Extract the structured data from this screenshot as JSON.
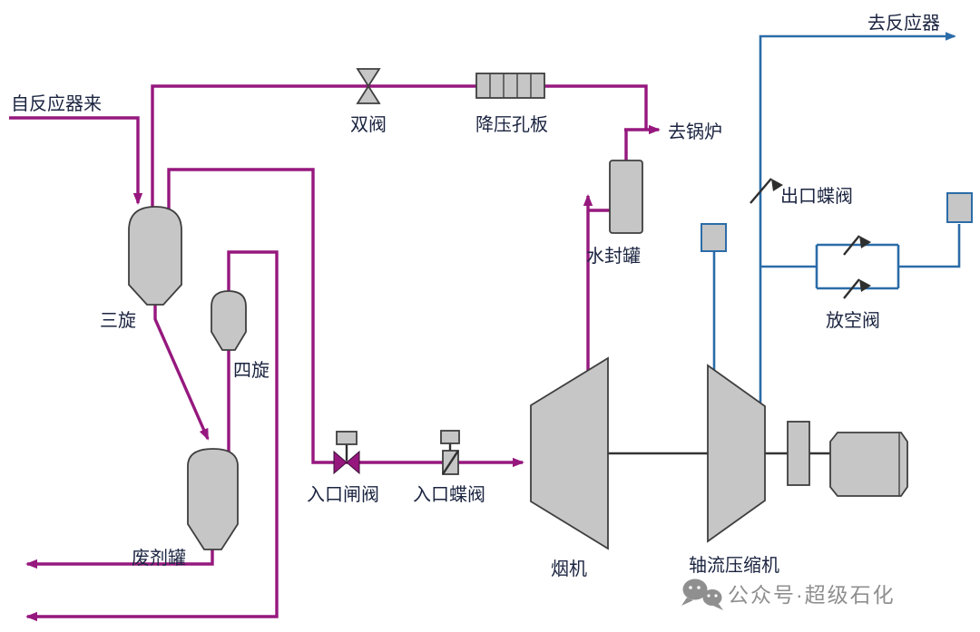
{
  "diagram": {
    "type": "process-flow-diagram",
    "labels": {
      "from_reactor": "自反应器来",
      "double_valve": "双阀",
      "orifice_plate": "降压孔板",
      "to_boiler": "去锅炉",
      "to_reactor": "去反应器",
      "third_stage_cyclone": "三旋",
      "fourth_stage_cyclone": "四旋",
      "water_seal_tank": "水封罐",
      "outlet_butterfly_valve": "出口蝶阀",
      "vent_valve": "放空阀",
      "inlet_gate_valve": "入口闸阀",
      "inlet_butterfly_valve": "入口蝶阀",
      "flue_gas_turbine": "烟机",
      "axial_compressor": "轴流压缩机",
      "spent_agent_tank": "废剂罐"
    },
    "watermark": {
      "text": "公众号·超级石化"
    },
    "colors": {
      "flue_gas_line": "#96187E",
      "air_line": "#2B6CA8",
      "equipment_fill": "#C6C6C6",
      "equipment_border": "#3F3F3F",
      "shaft": "#333333",
      "label_text": "#1B2440",
      "watermark": "#8F8F8F",
      "background": "#FFFFFF"
    }
  }
}
